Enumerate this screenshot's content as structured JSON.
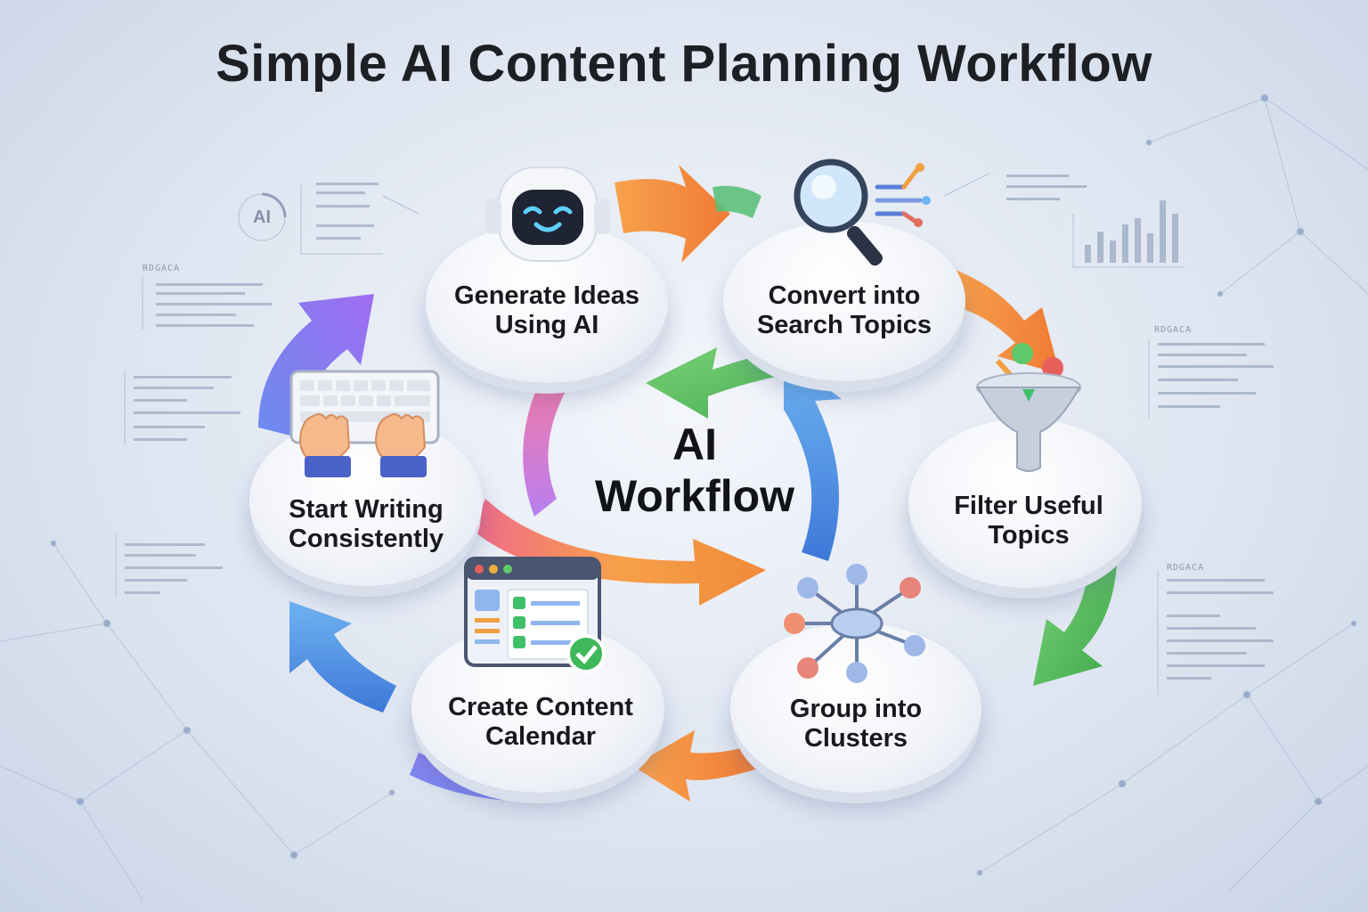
{
  "title": "Simple AI Content Planning Workflow",
  "center": {
    "line1": "AI",
    "line2": "Workflow"
  },
  "steps": [
    {
      "line1": "Generate Ideas",
      "line2": "Using AI",
      "icon": "robot-icon"
    },
    {
      "line1": "Convert into",
      "line2": "Search Topics",
      "icon": "magnifier-icon"
    },
    {
      "line1": "Filter Useful",
      "line2": "Topics",
      "icon": "funnel-icon"
    },
    {
      "line1": "Group into",
      "line2": "Clusters",
      "icon": "cluster-network-icon"
    },
    {
      "line1": "Create Content",
      "line2": "Calendar",
      "icon": "calendar-checklist-icon"
    },
    {
      "line1": "Start Writing",
      "line2": "Consistently",
      "icon": "keyboard-typing-icon"
    }
  ],
  "decor": {
    "ai_badge": "AI",
    "panel_labels": [
      "RDGACA",
      "RDGACA",
      "RDGACA"
    ]
  },
  "colors": {
    "orange": "#f58a3c",
    "green": "#5cbf5a",
    "blue": "#4f8fe6",
    "purple": "#8b6cf0",
    "pink": "#e86aa8",
    "title": "#1d1f24"
  }
}
